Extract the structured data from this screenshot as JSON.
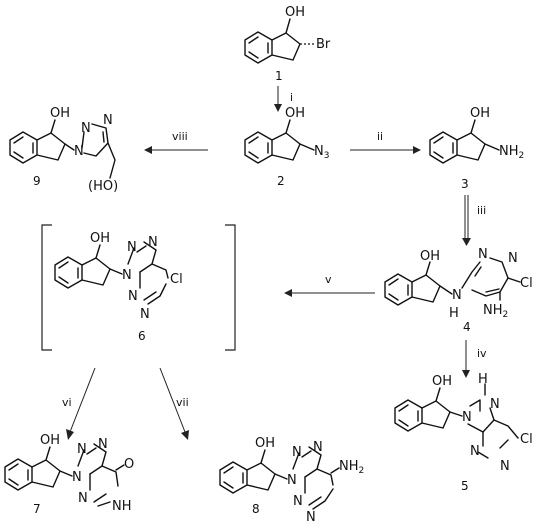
{
  "compounds": {
    "c1": {
      "number": "1",
      "oh": "OH",
      "br": "Br"
    },
    "c2": {
      "number": "2",
      "oh": "OH",
      "n3": "N",
      "n3_sub": "3"
    },
    "c3": {
      "number": "3",
      "oh": "OH",
      "nh2": "NH",
      "nh2_sub": "2"
    },
    "c4": {
      "number": "4",
      "oh": "OH",
      "n_ring": "N",
      "n_ring2": "N",
      "cl": "Cl",
      "nh2": "NH",
      "nh2_sub": "2",
      "nh_n": "N",
      "nh_h": "H"
    },
    "c5": {
      "number": "5",
      "oh": "OH",
      "h": "H",
      "n_a": "N",
      "n_b": "N",
      "n_c": "N",
      "n_d": "N",
      "cl": "Cl"
    },
    "c6": {
      "number": "6",
      "oh": "OH",
      "n_a": "N",
      "n_b": "N",
      "n_c": "N",
      "n_d": "N",
      "n_e": "N",
      "cl": "Cl"
    },
    "c7": {
      "number": "7",
      "oh": "OH",
      "n_a": "N",
      "n_b": "N",
      "n_c": "N",
      "n_d": "N",
      "nh": "NH",
      "o": "O"
    },
    "c8": {
      "number": "8",
      "oh": "OH",
      "n_a": "N",
      "n_b": "N",
      "n_c": "N",
      "n_d": "N",
      "n_e": "N",
      "nh2": "NH",
      "nh2_sub": "2"
    },
    "c9": {
      "number": "9",
      "oh": "OH",
      "n_a": "N",
      "n_b": "N",
      "n_c": "N",
      "ho": "(HO)"
    }
  },
  "steps": {
    "i": "i",
    "ii": "ii",
    "iii": "iii",
    "iv": "iv",
    "v": "v",
    "vi": "vi",
    "vii": "vii",
    "viii": "viii"
  }
}
